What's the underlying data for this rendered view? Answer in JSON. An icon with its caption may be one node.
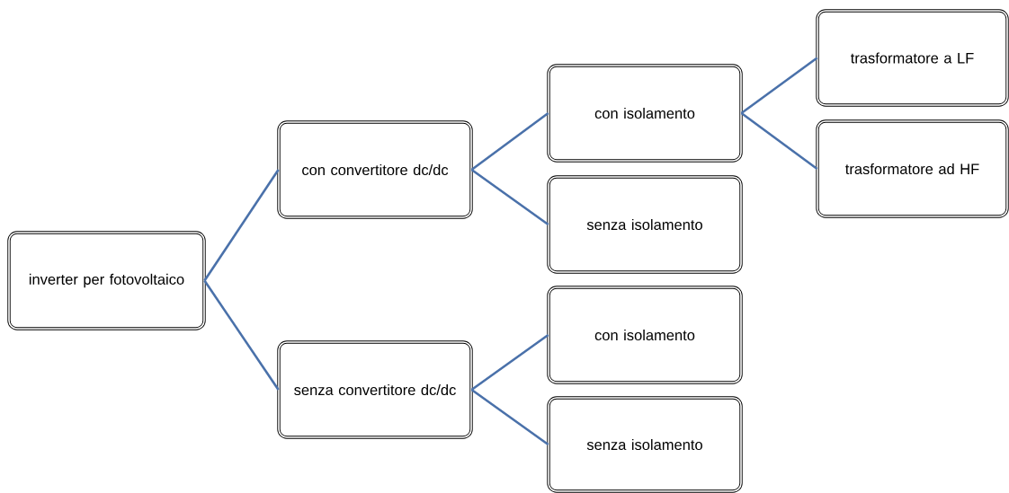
{
  "diagram": {
    "nodes": [
      {
        "text": [
          "inverter per fotovoltaico"
        ]
      },
      {
        "text": [
          "con convertitore dc/dc"
        ]
      },
      {
        "text": [
          "senza convertitore dc/dc"
        ]
      },
      {
        "text": [
          "con isolamento"
        ]
      },
      {
        "text": [
          "senza isolamento"
        ]
      },
      {
        "text": [
          "con isolamento"
        ]
      },
      {
        "text": [
          "senza isolamento"
        ]
      },
      {
        "text": [
          "trasformatore a LF"
        ]
      },
      {
        "text": [
          "trasformatore ad HF"
        ]
      }
    ],
    "edges": [
      {
        "from": 0,
        "to": 1,
        "arrow": "none"
      },
      {
        "from": 0,
        "to": 2,
        "arrow": "none"
      },
      {
        "from": 1,
        "to": 3,
        "arrow": "none"
      },
      {
        "from": 1,
        "to": 4,
        "arrow": "none"
      },
      {
        "from": 2,
        "to": 5,
        "arrow": "none"
      },
      {
        "from": 2,
        "to": 6,
        "arrow": "none"
      },
      {
        "from": 3,
        "to": 7,
        "arrow": "none"
      },
      {
        "from": 3,
        "to": 8,
        "arrow": "none"
      }
    ]
  }
}
